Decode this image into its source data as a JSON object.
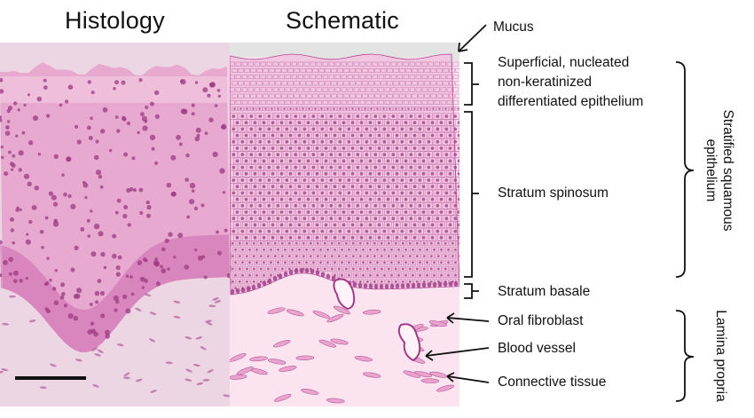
{
  "titles": {
    "histology": "Histology",
    "schematic": "Schematic"
  },
  "labels": {
    "mucus": "Mucus",
    "superficial": [
      "Superficial, nucleated",
      "non-keratinized",
      "differentiated epithelium"
    ],
    "spinosum": "Stratum spinosum",
    "basale": "Stratum basale",
    "fibroblast": "Oral fibroblast",
    "vessel": "Blood vessel",
    "connective": "Connective tissue"
  },
  "groups": {
    "stratified": [
      "Stratified squamous",
      "epithelium"
    ],
    "lamina": "Lamina propria"
  },
  "colors": {
    "h_stroma": "#ecd6e3",
    "h_epi": "#e7a9cf",
    "h_basal": "#cf6ab0",
    "s_epi": "#f2c6e0",
    "s_cell_line": "#b44a95",
    "s_nucleus": "#a0418a",
    "s_stroma": "#fbe4ef",
    "mucus": "#e3e3e3"
  },
  "scale_bar": {
    "shown": true
  }
}
